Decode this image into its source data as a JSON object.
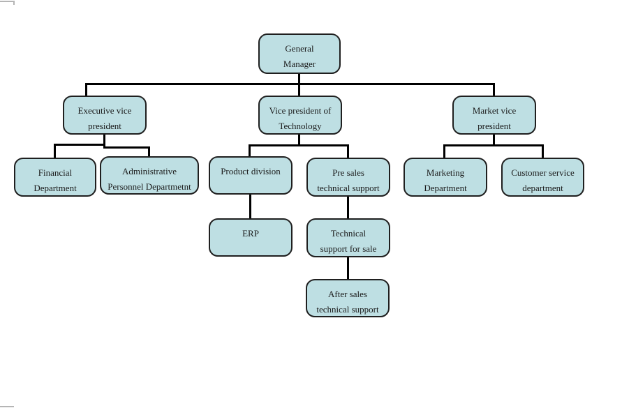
{
  "chart": {
    "type": "org-chart",
    "title": "Company organization chart",
    "colors": {
      "box_fill": "#bedfe3",
      "box_border": "#1f1f1f",
      "connector": "#000000",
      "page_mark": "#b5b5b5",
      "background": "#ffffff"
    }
  },
  "nodes": {
    "general_manager": {
      "line1": "General",
      "line2": "Manager"
    },
    "executive_vp": {
      "line1": "Executive vice",
      "line2": "president"
    },
    "vp_technology": {
      "line1": "Vice president of",
      "line2": "Technology"
    },
    "market_vp": {
      "line1": "Market vice",
      "line2": "president"
    },
    "financial_dept": {
      "line1": "Financial",
      "line2": "Department"
    },
    "admin_personnel_dept": {
      "line1": "Administrative",
      "line2": "Personnel Departmetnt"
    },
    "product_division": {
      "line1": "Product division",
      "line2": ""
    },
    "pre_sales_support": {
      "line1": "Pre sales",
      "line2": "technical support"
    },
    "marketing_dept": {
      "line1": "Marketing",
      "line2": "Department"
    },
    "customer_service_dept": {
      "line1": "Customer service",
      "line2": "department"
    },
    "erp": {
      "line1": "ERP",
      "line2": ""
    },
    "tech_support_sale": {
      "line1": "Technical",
      "line2": "support for sale"
    },
    "after_sales_support": {
      "line1": "After sales",
      "line2": "technical support"
    }
  },
  "hierarchy": [
    {
      "parent": "General Manager",
      "children": [
        "Executive vice president",
        "Vice president of Technology",
        "Market vice president"
      ]
    },
    {
      "parent": "Executive vice president",
      "children": [
        "Financial Department",
        "Administrative Personnel Departmetnt"
      ]
    },
    {
      "parent": "Vice president of Technology",
      "children": [
        "Product division",
        "Pre sales technical support"
      ]
    },
    {
      "parent": "Market vice president",
      "children": [
        "Marketing Department",
        "Customer service department"
      ]
    },
    {
      "parent": "Product division",
      "children": [
        "ERP"
      ]
    },
    {
      "parent": "Pre sales technical support",
      "children": [
        "Technical support for sale"
      ]
    },
    {
      "parent": "Technical support for sale",
      "children": [
        "After sales technical support"
      ]
    }
  ]
}
